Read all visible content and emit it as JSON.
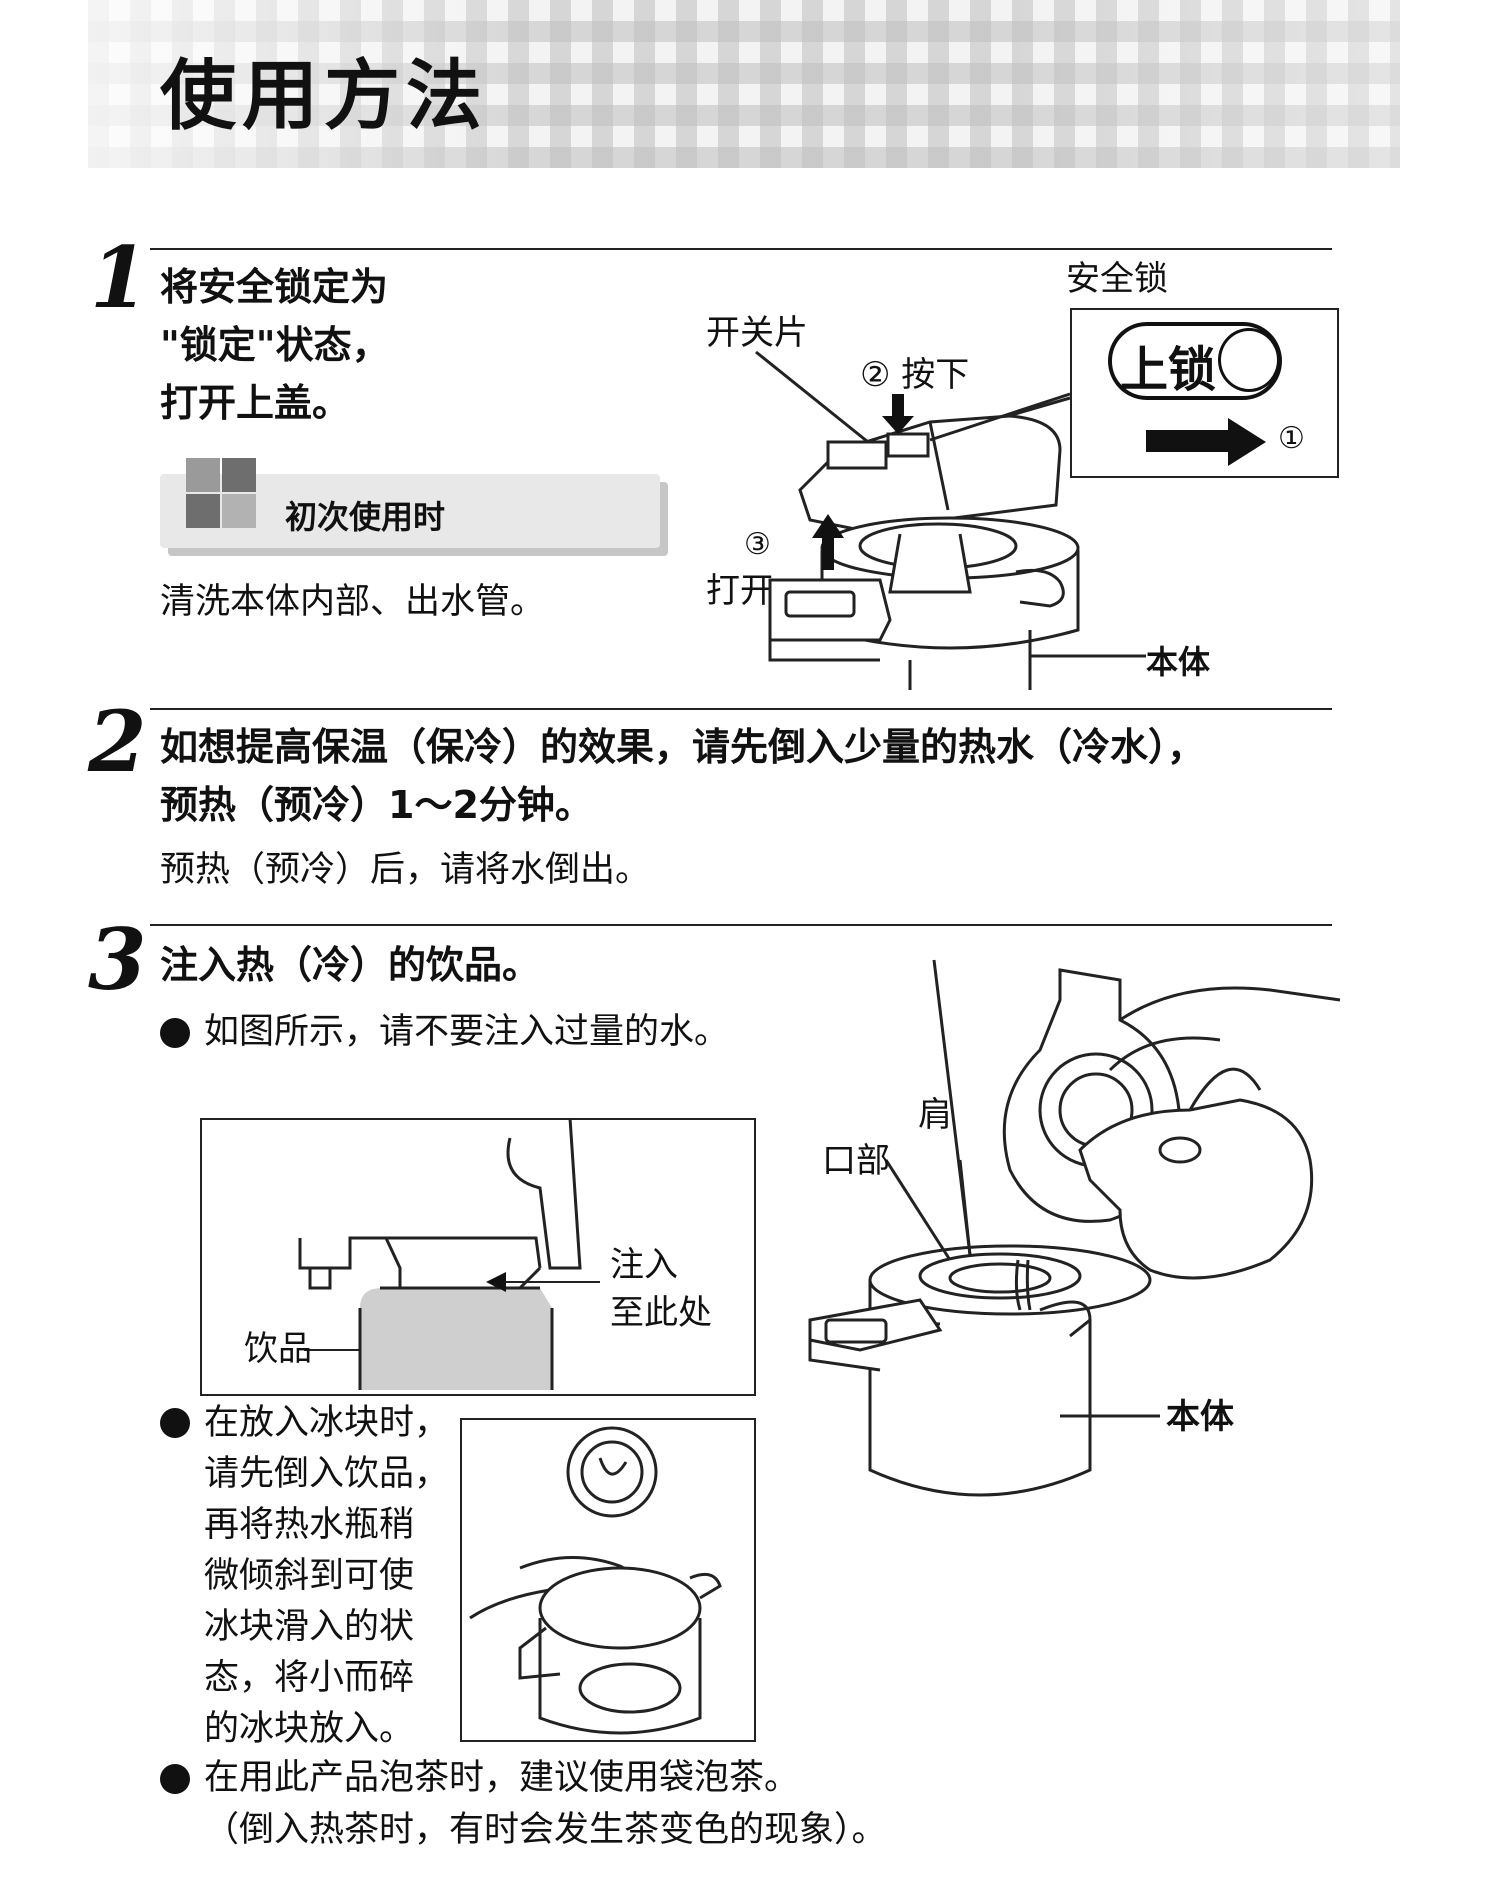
{
  "header": {
    "title": "使用方法"
  },
  "step1": {
    "number": "1",
    "heading_lines": [
      "将安全锁定为",
      "\"锁定\"状态，",
      "打开上盖。"
    ],
    "first_use_tab": "初次使用时",
    "first_use_text": "清洗本体内部、出水管。",
    "diagram": {
      "safety_lock_label": "安全锁",
      "switch_label": "开关片",
      "press_label": "② 按下",
      "open_num": "③",
      "open_label": "打开",
      "body_label": "本体",
      "lock_word": "上锁",
      "lock_step": "①"
    }
  },
  "step2": {
    "number": "2",
    "heading_line1": "如想提高保温（保冷）的效果，请先倒入少量的热水（冷水），",
    "heading_line2": "预热（预冷）1～2分钟。",
    "note": "预热（预冷）后，请将水倒出。"
  },
  "step3": {
    "number": "3",
    "heading": "注入热（冷）的饮品。",
    "bullet1": "如图所示，请不要注入过量的水。",
    "fill_diagram": {
      "drink_label": "饮品",
      "fill_to_line1": "注入",
      "fill_to_line2": "至此处"
    },
    "bullet2_lines": [
      "在放入冰块时，",
      "请先倒入饮品，",
      "再将热水瓶稍",
      "微倾斜到可使",
      "冰块滑入的状",
      "态，将小而碎",
      "的冰块放入。"
    ],
    "bullet3": "在用此产品泡茶时，建议使用袋泡茶。",
    "bullet3_note": "（倒入热茶时，有时会发生茶变色的现象）。",
    "pour_diagram": {
      "shoulder_label": "肩",
      "mouth_label": "口部",
      "body_label": "本体"
    }
  }
}
